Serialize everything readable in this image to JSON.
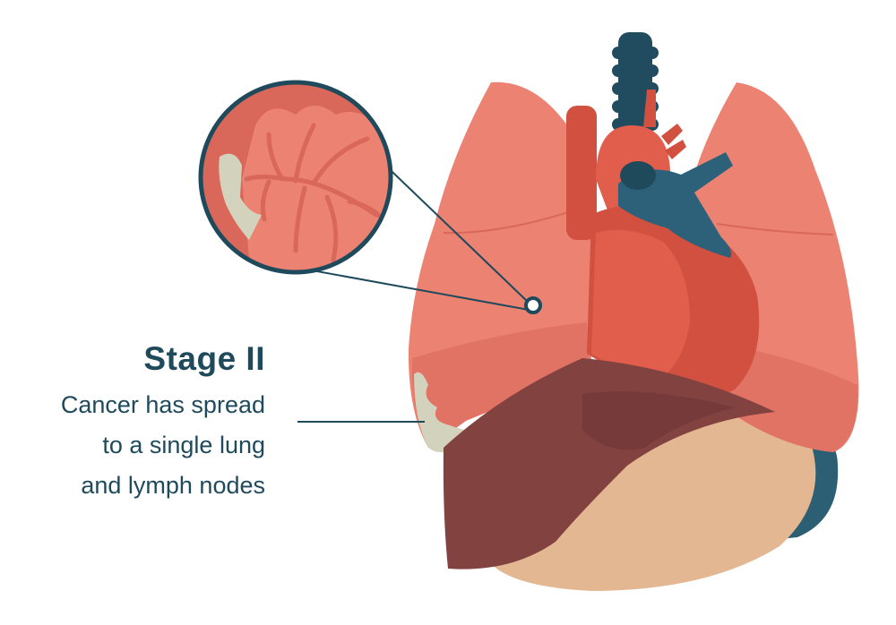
{
  "caption": {
    "title": "Stage II",
    "lines": [
      "Cancer has spread",
      "to a single lung",
      "and lymph nodes"
    ]
  },
  "colors": {
    "text": "#1f4a5c",
    "lung": "#ec8272",
    "lung_shadow": "#d9675a",
    "heart": "#d2503f",
    "heart_light": "#e05e4b",
    "vessel_blue": "#2c6179",
    "trachea": "#214b5f",
    "liver": "#824240",
    "stomach": "#e3b791",
    "tumor": "#d2d2bd"
  },
  "icons": [
    "lungs-illustration",
    "heart-illustration",
    "trachea-illustration",
    "liver-illustration",
    "stomach-illustration",
    "magnifier-callout"
  ]
}
